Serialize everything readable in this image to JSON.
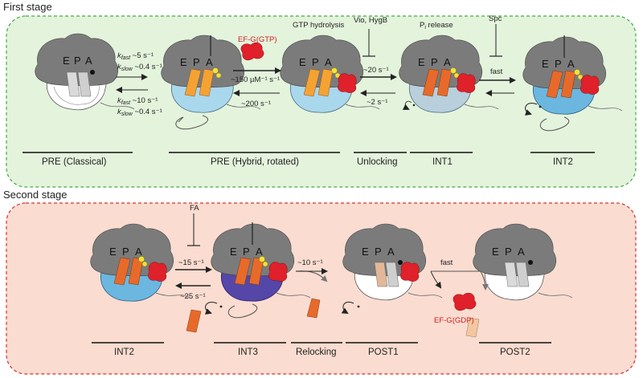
{
  "stages": {
    "first_title": "First stage",
    "second_title": "Second stage"
  },
  "colors": {
    "first_bg": "#e4f3dc",
    "first_border": "#3fae3f",
    "second_bg": "#fadcd0",
    "second_border": "#d93030",
    "ribosome_large": "#7b7b7b",
    "ribosome_small_blue": "#a9d7ec",
    "trna_orange": "#f5a233",
    "trna_dark_orange": "#e86a2a",
    "efg_red": "#e0202a",
    "int3_purple": "#5447a8"
  },
  "site_letters": [
    "E",
    "P",
    "A"
  ],
  "first_stage": {
    "factor_efg": "EF-G(GTP)",
    "gtp_hydrolysis": "GTP hydrolysis",
    "vio_hygb": "Vio, HygB",
    "pi_prefix": "P",
    "pi_sub": "i",
    "pi_suffix": " release",
    "spc": "Spc",
    "rates": {
      "k_fast_fwd_label": "k",
      "k_fast_fwd_sub": "fast",
      "k_fast_fwd_val": " ~5 s⁻¹",
      "k_slow_fwd_label": "k",
      "k_slow_fwd_sub": "slow",
      "k_slow_fwd_val": " ~0.4 s⁻¹",
      "k_fast_rev_label": "k",
      "k_fast_rev_sub": "fast",
      "k_fast_rev_val": " ~10 s⁻¹",
      "k_slow_rev_label": "k",
      "k_slow_rev_sub": "slow",
      "k_slow_rev_val": " ~0.4 s⁻¹",
      "binding": "~150 µM⁻¹ s⁻¹",
      "binding_rev": "~200 s⁻¹",
      "unlock_fwd": "~20 s⁻¹",
      "unlock_rev": "~2 s⁻¹",
      "fast": "fast"
    },
    "labels": {
      "pre_classical": "PRE  (Classical)",
      "pre_hybrid": "PRE (Hybrid, rotated)",
      "unlocking": "Unlocking",
      "int1": "INT1",
      "int2": "INT2"
    }
  },
  "second_stage": {
    "fa": "FA",
    "factor_efg_gdp": "EF-G(GDP)",
    "rates": {
      "fwd_15": "~15 s⁻¹",
      "rev_25": "~25 s⁻¹",
      "relock": "~10 s⁻¹",
      "fast": "fast"
    },
    "labels": {
      "int2": "INT2",
      "int3": "INT3",
      "relocking": "Relocking",
      "post1": "POST1",
      "post2": "POST2"
    }
  }
}
